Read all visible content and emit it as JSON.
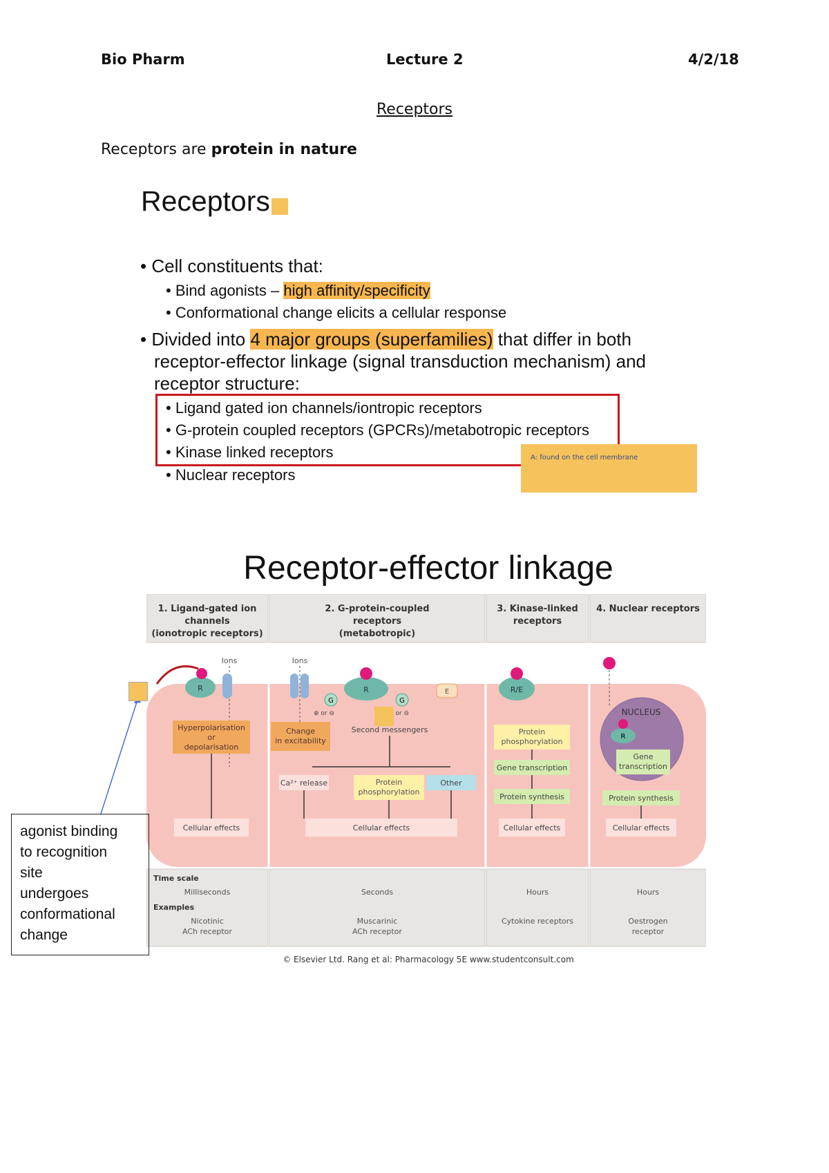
{
  "header": {
    "left": "Bio Pharm",
    "center": "Lecture 2",
    "right": "4/2/18"
  },
  "doc_title": "Receptors",
  "intro": {
    "text": "Receptors are ",
    "bold": "protein in nature"
  },
  "slide1": {
    "title": "Receptors",
    "bullet1": "Cell constituents that:",
    "sub1_prefix": "Bind agonists – ",
    "sub1_highlight": "high affinity/specificity",
    "sub2": "Conformational change elicits a cellular response",
    "bullet2_pre": "Divided into ",
    "bullet2_highlight": "4 major groups (superfamilies)",
    "bullet2_post": " that differ in both",
    "bullet2_line2": "receptor-effector linkage (signal transduction mechanism) and",
    "bullet2_line3": "receptor structure:",
    "groups": [
      "Ligand gated ion channels/iontropic receptors",
      "G-protein coupled receptors (GPCRs)/metabotropic receptors",
      "Kinase linked receptors",
      "Nuclear receptors"
    ],
    "sticky_note": "A: found on the cell membrane"
  },
  "slide2": {
    "title": "Receptor-effector linkage",
    "columns": [
      {
        "header": [
          "1. Ligand-gated ion",
          "channels",
          "(ionotropic receptors)"
        ],
        "time": "Milliseconds",
        "example": [
          "Nicotinic",
          "ACh receptor"
        ]
      },
      {
        "header": [
          "2. G-protein-coupled",
          "receptors",
          "(metabotropic)"
        ],
        "time": "Seconds",
        "example": [
          "Muscarinic",
          "ACh receptor"
        ]
      },
      {
        "header": [
          "3. Kinase-linked",
          "receptors"
        ],
        "time": "Hours",
        "example": [
          "Cytokine receptors"
        ]
      },
      {
        "header": [
          "4. Nuclear receptors"
        ],
        "time": "Hours",
        "example": [
          "Oestrogen",
          "receptor"
        ]
      }
    ],
    "labels": {
      "ions": "Ions",
      "R": "R",
      "G": "G",
      "E": "E",
      "RE": "R/E",
      "plus_or_minus": "⊕ or ⊖",
      "hyper": [
        "Hyperpolarisation",
        "or",
        "depolarisation"
      ],
      "change": [
        "Change",
        "in excitability"
      ],
      "second_messengers": "Second messengers",
      "ca_release": "Ca²⁺ release",
      "protein_phos": [
        "Protein",
        "phosphorylation"
      ],
      "other": "Other",
      "gene_transcription": "Gene transcription",
      "protein_synthesis": "Protein synthesis",
      "nucleus": "NUCLEUS",
      "gene_trans_2": [
        "Gene",
        "transcription"
      ],
      "cellular_effects": "Cellular effects",
      "time_scale": "Time scale",
      "examples": "Examples"
    },
    "caption": "© Elsevier Ltd. Rang et al: Pharmacology 5E www.studentconsult.com"
  },
  "annotation": [
    "agonist binding",
    "to recognition",
    "site",
    "undergoes",
    "conformational",
    "change"
  ],
  "colors": {
    "highlight": "#f7b64f",
    "red_box": "#c9171d",
    "cell": "#f7c4bd",
    "receptor": "#6fb8a8",
    "agonist": "#e0197a"
  }
}
